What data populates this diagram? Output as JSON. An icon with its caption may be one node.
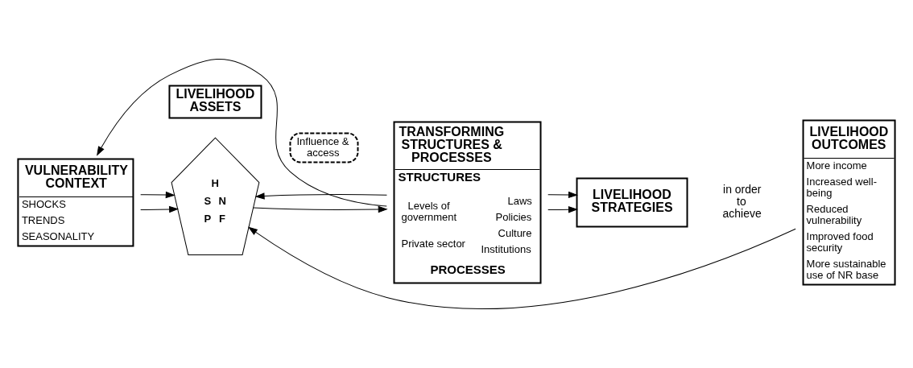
{
  "diagram": {
    "nodes": [
      {
        "text": [
          "VULNERABILITY CONTEXT",
          "SHOCKS",
          "TRENDS",
          "SEASONALITY"
        ]
      },
      {
        "text": [
          "LIVELIHOOD ASSETS"
        ]
      },
      {
        "text": [
          "H",
          "S",
          "N",
          "P",
          "F"
        ]
      },
      {
        "text": [
          "Influence & access"
        ]
      },
      {
        "text": [
          "TRANSFORMING STRUCTURES & PROCESSES",
          "STRUCTURES",
          "Levels of government",
          "Private sector",
          "Laws",
          "Policies",
          "Culture",
          "Institutions",
          "PROCESSES"
        ]
      },
      {
        "text": [
          "LIVELIHOOD STRATEGIES"
        ]
      },
      {
        "text": [
          "LIVELIHOOD OUTCOMES",
          "More income",
          "Increased well-being",
          "Reduced vulnerability",
          "Improved food security",
          "More sustainable use of NR base"
        ]
      }
    ],
    "edges": [
      {
        "from": 0,
        "to": 2,
        "arrow": "to"
      },
      {
        "from": 0,
        "to": 2,
        "arrow": "to"
      },
      {
        "from": 2,
        "to": 4,
        "arrow": "to"
      },
      {
        "from": 4,
        "to": 2,
        "arrow": "to"
      },
      {
        "from": 4,
        "to": 5,
        "arrow": "to"
      },
      {
        "from": 4,
        "to": 5,
        "arrow": "to"
      },
      {
        "from": 4,
        "to": 0,
        "arrow": "to"
      },
      {
        "from": 6,
        "to": 2,
        "arrow": "to"
      }
    ],
    "labels": [
      "in order to achieve"
    ]
  }
}
